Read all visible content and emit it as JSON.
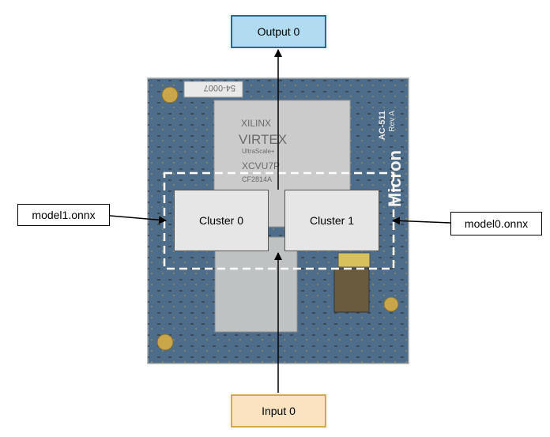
{
  "nodes": {
    "output": "Output 0",
    "input": "Input 0",
    "cluster0": "Cluster 0",
    "cluster1": "Cluster 1",
    "model1": "model1.onnx",
    "model0": "model0.onnx"
  },
  "board": {
    "label": "54-0007",
    "chip_brand": "XILINX",
    "chip_family": "VIRTEX",
    "chip_series": "UltraScale+",
    "chip_part": "XCVU7P",
    "chip_code": "CF2814A",
    "board_model": "AC-511",
    "board_rev": "Rev A",
    "maker_logo": "Micron"
  },
  "colors": {
    "output_fill": "#b1dbf0",
    "input_fill": "#fbe3c1",
    "cluster_fill": "#e6e6e6",
    "board": "#4f6f8c"
  }
}
